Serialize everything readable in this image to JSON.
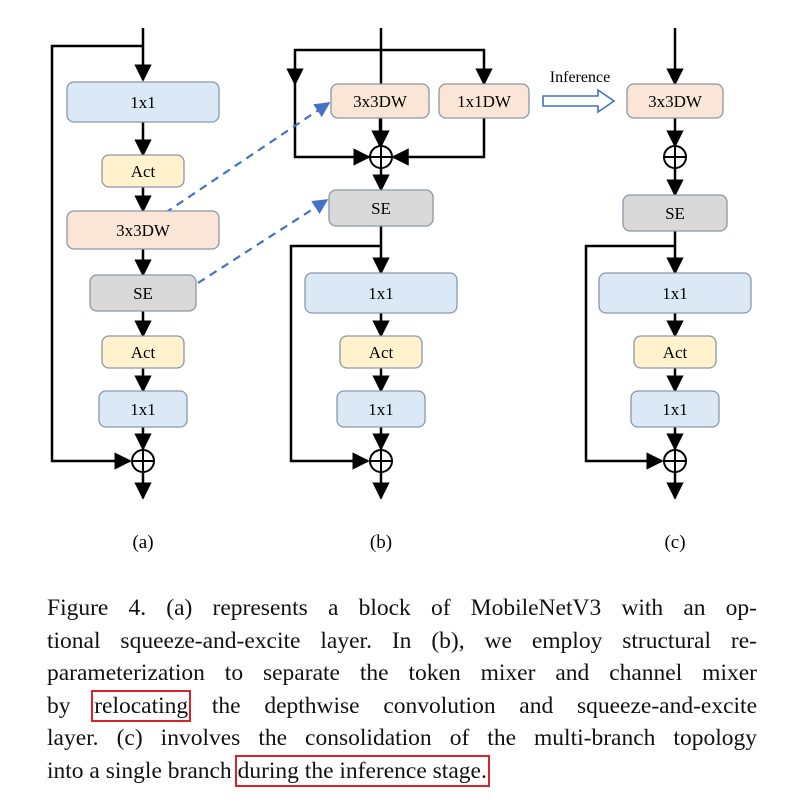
{
  "diagram": {
    "a": {
      "label": "(a)",
      "blocks": [
        "1x1",
        "Act",
        "3x3DW",
        "SE",
        "Act",
        "1x1"
      ]
    },
    "b": {
      "label": "(b)",
      "top_blocks": [
        "3x3DW",
        "1x1DW"
      ],
      "blocks": [
        "SE",
        "1x1",
        "Act",
        "1x1"
      ]
    },
    "c": {
      "label": "(c)",
      "blocks": [
        "3x3DW",
        "SE",
        "1x1",
        "Act",
        "1x1"
      ]
    },
    "inference_label": "Inference",
    "colors": {
      "blue": "#dbe8f6",
      "yellow": "#fff2cc",
      "orange": "#fbe5d6",
      "gray": "#d9d9d9",
      "arrow_dashed": "#4472c4",
      "highlight": "#d9232b"
    }
  },
  "caption": {
    "lines": [
      "Figure 4.  (a) represents a block of MobileNetV3 with an op-",
      "tional squeeze-and-excite layer.  In (b), we employ structural re-",
      "parameterization to separate the token mixer and channel mixer",
      [
        "by ",
        "relocating",
        " the depthwise convolution and squeeze-and-excite"
      ],
      "layer. (c) involves the consolidation of the multi-branch topology",
      [
        "into a single branch ",
        "during the inference stage."
      ]
    ],
    "l1": "Figure 4.  (a) represents a block of MobileNetV3 with an op-",
    "l2": "tional squeeze-and-excite layer.  In (b), we employ structural re-",
    "l3": "parameterization to separate the token mixer and channel mixer",
    "l4a": "by ",
    "l4b": "relocating",
    "l4c": " the depthwise convolution and squeeze-and-excite",
    "l5": "layer. (c) involves the consolidation of the multi-branch topology",
    "l6a": "into a single branch ",
    "l6b": "during the inference stage."
  }
}
